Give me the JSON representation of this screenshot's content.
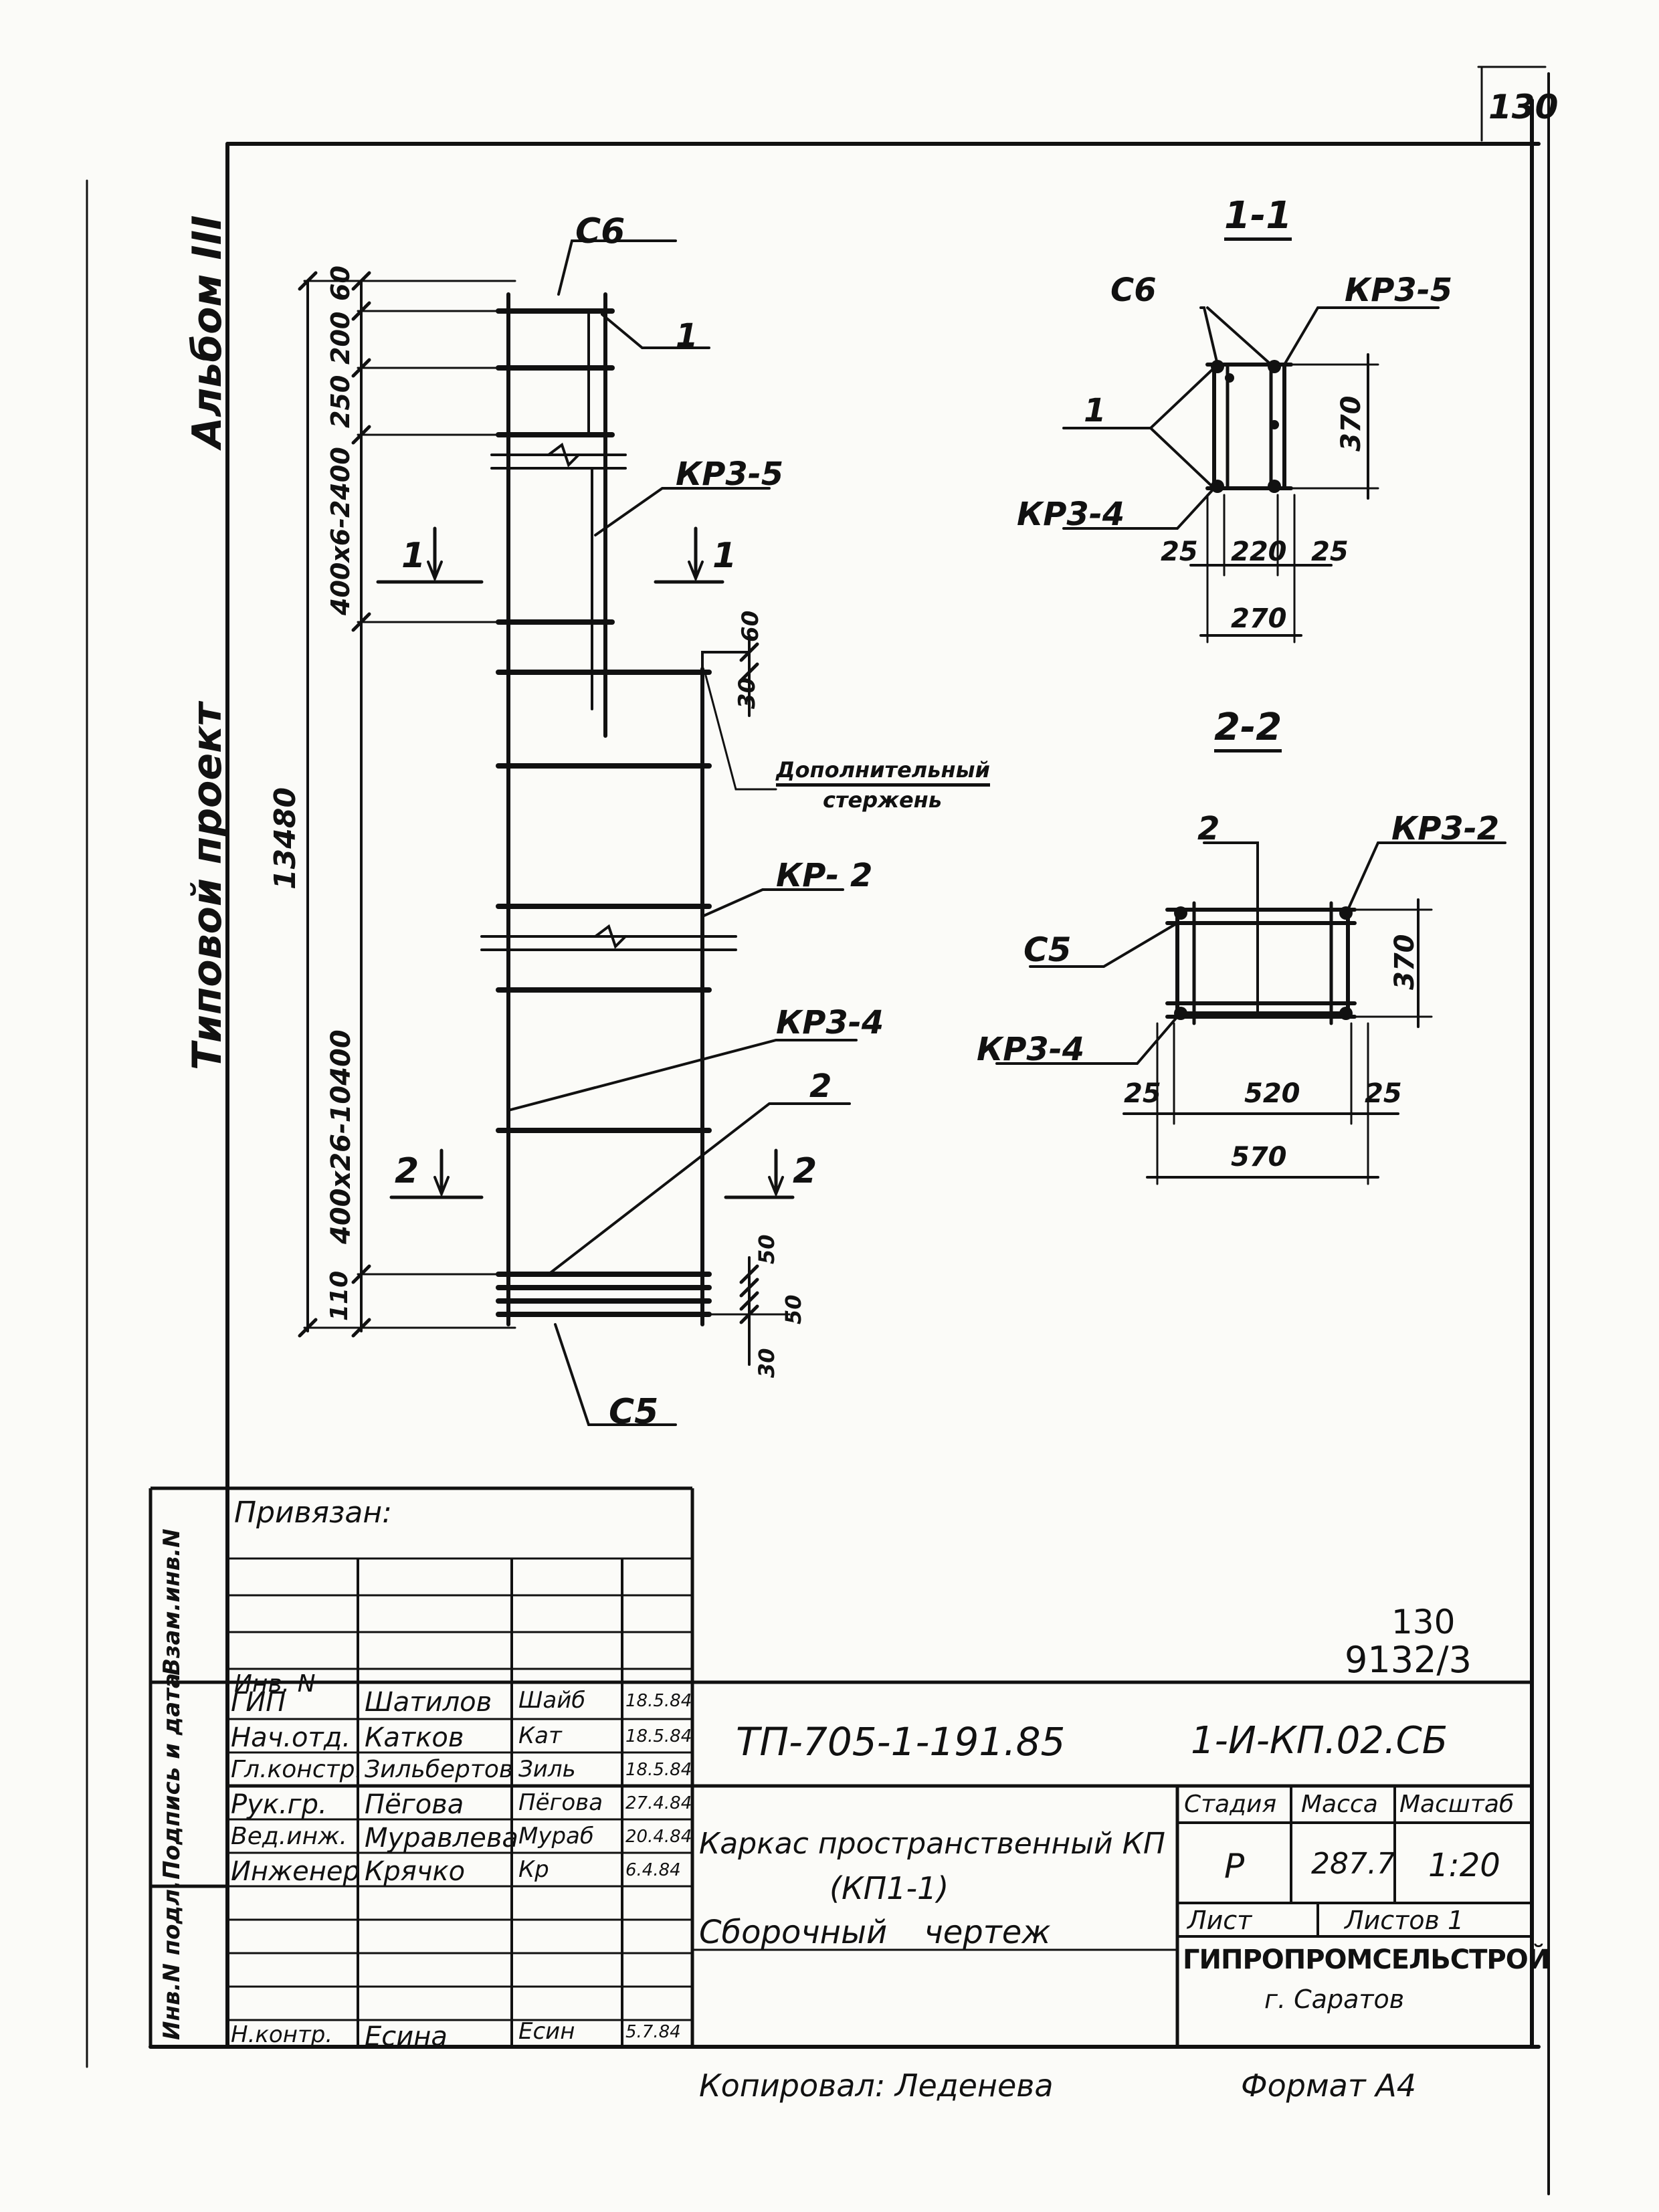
{
  "sheet_number": "130",
  "side_strip": {
    "album": "Альбом III",
    "project_type": "Типовой проект"
  },
  "main_view": {
    "dims_left": [
      "60",
      "200",
      "250",
      "400х6-2400",
      "13480",
      "400х26-10400",
      "110"
    ],
    "dims_right": [
      "60",
      "30",
      "50",
      "50",
      "30"
    ],
    "labels": {
      "sb_top": "С6",
      "rod1": "1",
      "krz5": "КР3-5",
      "extra_rod_1": "Дополнительный",
      "extra_rod_2": "стержень",
      "kr_mid": "КР- 2",
      "krz4": "КР3-4",
      "rod2": "2",
      "c5_bottom": "С5"
    },
    "section_marks": {
      "s1": "1",
      "s2": "2"
    }
  },
  "section_1": {
    "title": "1-1",
    "labels": {
      "sb": "С6",
      "krz5": "КР3-5",
      "rod": "1",
      "krz4": "КР3-4"
    },
    "dims": {
      "height": "370",
      "left": "25",
      "mid": "220",
      "right": "25",
      "total": "270"
    }
  },
  "section_2": {
    "title": "2-2",
    "labels": {
      "rod": "2",
      "krz2": "КР3-2",
      "c5": "С5",
      "krz4": "КР3-4"
    },
    "dims": {
      "height": "370",
      "left": "25",
      "mid": "520",
      "right": "25",
      "total": "570"
    }
  },
  "title_block": {
    "bound_label": "Привязан:",
    "inv_label": "Инв. N",
    "side_cols": [
      "Взам.инв.N",
      "Подпись и дата",
      "Инв.N подл."
    ],
    "doc_index_top": "130",
    "doc_index_bottom": "9132/3",
    "project_code": "ТП-705-1-191.85",
    "drawing_code": "1-И-КП.02.СБ",
    "staff": [
      {
        "role": "ГИП",
        "name": "Шатилов",
        "sign": "Шайб",
        "date": "18.5.84"
      },
      {
        "role": "Нач.отд.",
        "name": "Катков",
        "sign": "Кат",
        "date": "18.5.84"
      },
      {
        "role": "Гл.констр.",
        "name": "Зильбертов",
        "sign": "Зиль",
        "date": "18.5.84"
      },
      {
        "role": "Рук.гр.",
        "name": "Пёгова",
        "sign": "Пёгова",
        "date": "27.4.84"
      },
      {
        "role": "Вед.инж.",
        "name": "Муравлева",
        "sign": "Мураб",
        "date": "20.4.84"
      },
      {
        "role": "Инженер",
        "name": "Крячко",
        "sign": "Кр",
        "date": "6.4.84"
      },
      {
        "role": "Н.контр.",
        "name": "Есина",
        "sign": "Есин",
        "date": "5.7.84"
      }
    ],
    "name_line1": "Каркас пространственный КП",
    "name_line2": "(КП1-1)",
    "name_line3": "Сборочный чертеж",
    "stage_header": "Стадия",
    "mass_header": "Масса",
    "scale_header": "Масштаб",
    "stage": "Р",
    "mass": "287.7",
    "scale": "1:20",
    "sheet_label": "Лист",
    "sheets_label": "Листов 1",
    "org": "ГИПРОПРОМСЕЛЬСТРОЙ",
    "city": "г. Саратов"
  },
  "footer": {
    "copied": "Копировал: Леденева",
    "format": "Формат А4"
  }
}
